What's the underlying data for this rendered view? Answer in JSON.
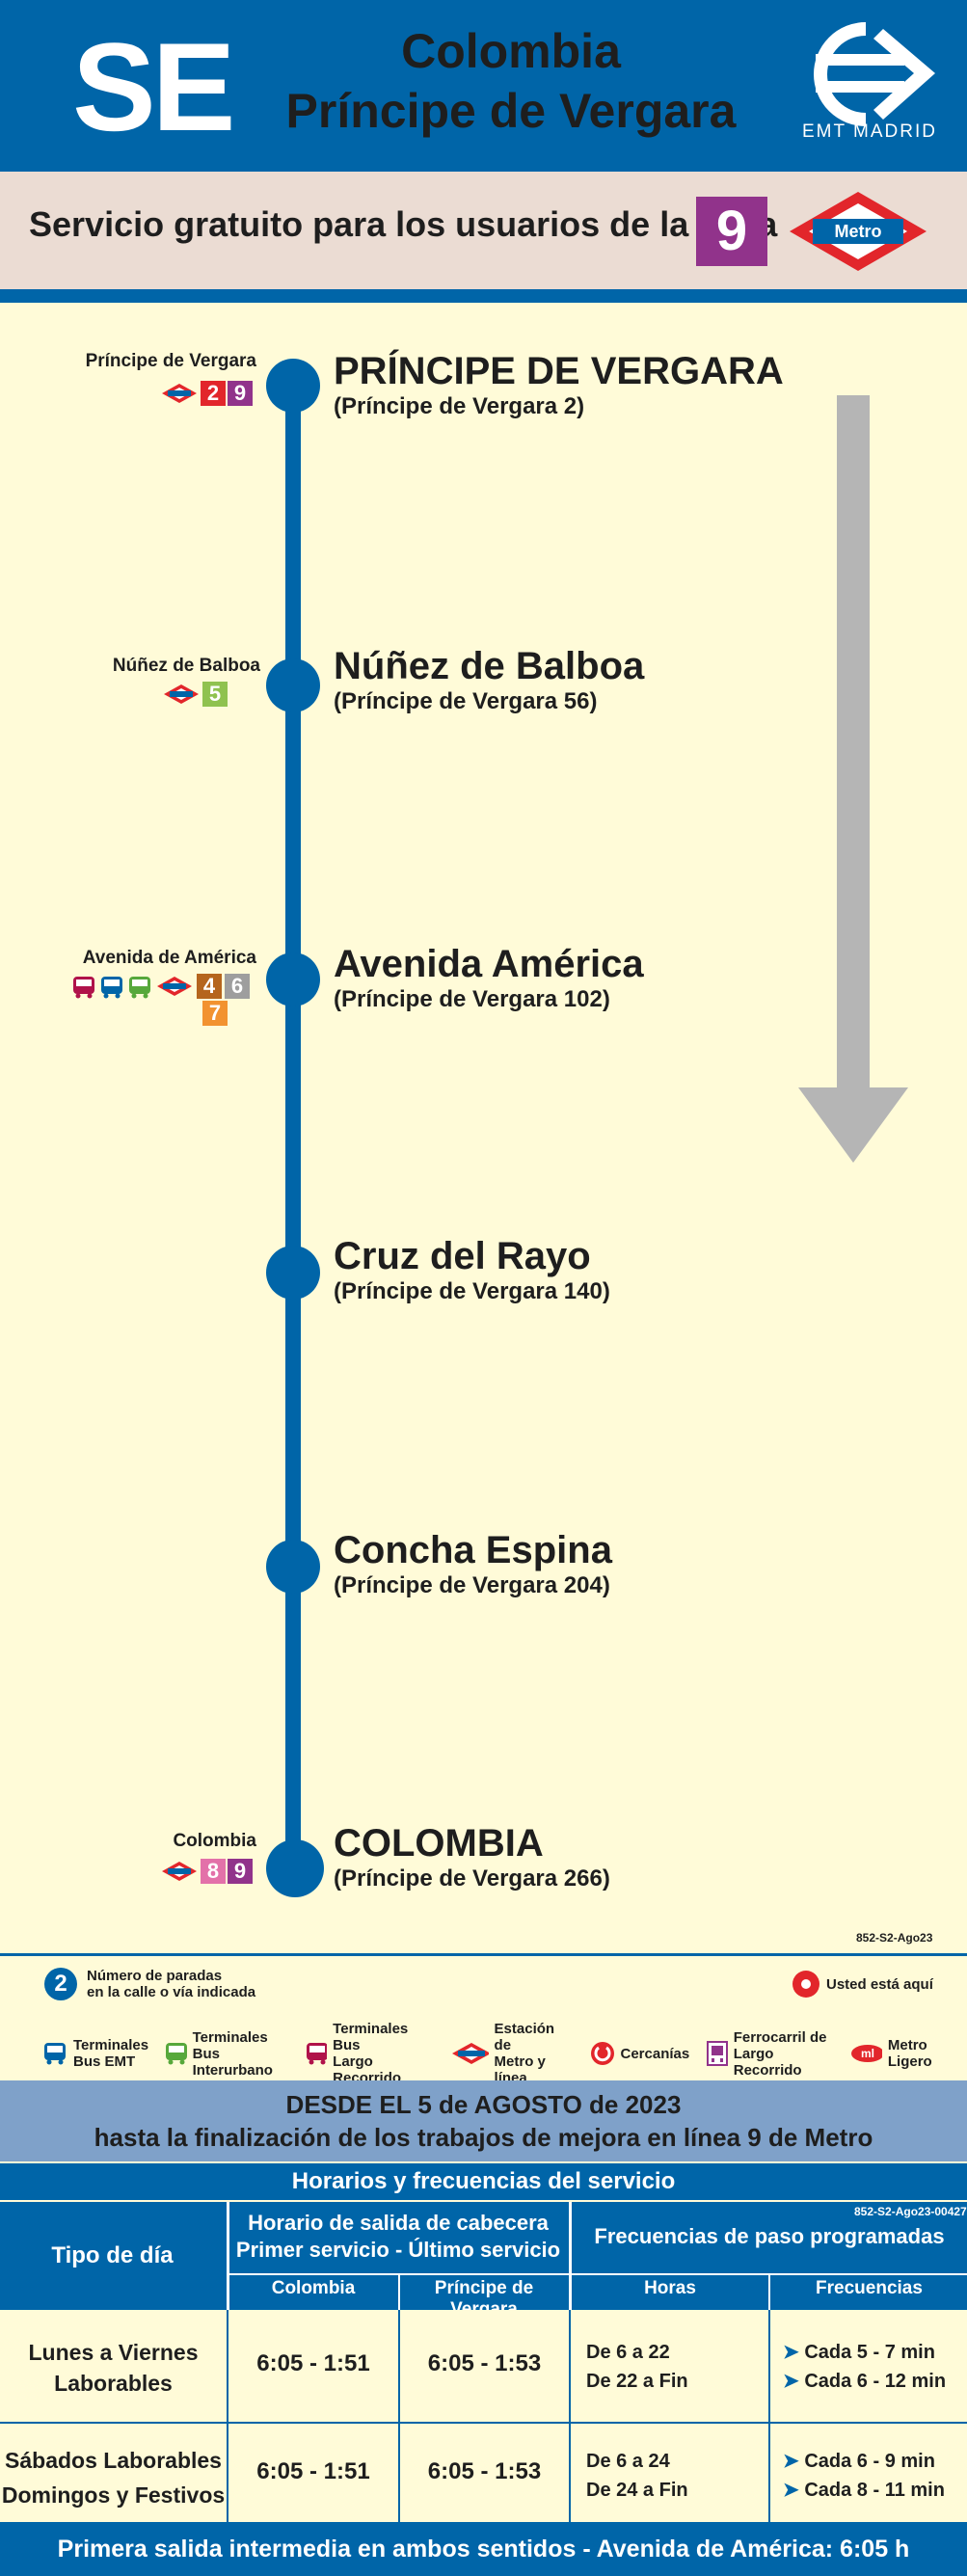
{
  "header": {
    "line_code": "SE",
    "destination_line1": "Colombia",
    "destination_line2": "Príncipe de Vergara",
    "operator": "EMT MADRID"
  },
  "banner": {
    "text": "Servicio gratuito para los usuarios de la línea",
    "line_number": "9",
    "metro_label": "Metro"
  },
  "stops": [
    {
      "name": "PRÍNCIPE DE VERGARA",
      "address": "(Príncipe de Vergara 2)",
      "connection_name": "Príncipe de Vergara",
      "lines": [
        "2",
        "9"
      ]
    },
    {
      "name": "Núñez de Balboa",
      "address": "(Príncipe de Vergara 56)",
      "connection_name": "Núñez de Balboa",
      "lines": [
        "5"
      ]
    },
    {
      "name": "Avenida América",
      "address": "(Príncipe de Vergara 102)",
      "connection_name": "Avenida de América",
      "lines": [
        "4",
        "6",
        "7"
      ]
    },
    {
      "name": "Cruz del Rayo",
      "address": "(Príncipe de Vergara 140)"
    },
    {
      "name": "Concha Espina",
      "address": "(Príncipe de Vergara 204)"
    },
    {
      "name": "COLOMBIA",
      "address": "(Príncipe de Vergara 266)",
      "connection_name": "Colombia",
      "lines": [
        "8",
        "9"
      ]
    }
  ],
  "line_colors": {
    "2": "#e2262b",
    "4": "#b5651d",
    "5": "#8fc24f",
    "6": "#9e9e9e",
    "7": "#f29230",
    "8": "#e371a9",
    "9": "#91338b"
  },
  "doc_code": "852-S2-Ago23",
  "legend": {
    "stops_number_badge": "2",
    "stops_number_text": [
      "Número de paradas",
      "en la calle o vía indicada"
    ],
    "you_are_here": "Usted está aquí",
    "items": [
      {
        "icon": "bus-emt-icon",
        "label": [
          "Terminales",
          "Bus EMT"
        ]
      },
      {
        "icon": "bus-interurban-icon",
        "label": [
          "Terminales Bus",
          "Interurbano"
        ]
      },
      {
        "icon": "bus-long-distance-icon",
        "label": [
          "Terminales Bus",
          "Largo Recorrido"
        ]
      },
      {
        "icon": "metro-station-icon",
        "label": [
          "Estación de",
          "Metro y línea"
        ]
      },
      {
        "icon": "cercanias-icon",
        "label": [
          "Cercanías"
        ]
      },
      {
        "icon": "train-long-distance-icon",
        "label": [
          "Ferrocarril de",
          "Largo Recorrido"
        ]
      },
      {
        "icon": "metro-ligero-icon",
        "label": [
          "Metro Ligero"
        ]
      }
    ]
  },
  "notice": {
    "line1": "DESDE EL 5 de AGOSTO de 2023",
    "line2": "hasta la finalización de los trabajos de mejora en línea 9 de Metro"
  },
  "schedule": {
    "title": "Horarios y frecuencias del servicio",
    "code": "852-S2-Ago23-00427",
    "col_day_type": "Tipo de día",
    "col_departures": [
      "Horario de salida de cabecera",
      "Primer servicio - Último servicio"
    ],
    "col_frequencies": "Frecuencias de paso programadas",
    "sub_cols": [
      "Colombia",
      "Príncipe de Vergara",
      "Horas",
      "Frecuencias"
    ],
    "rows": [
      {
        "day": [
          "Lunes a Viernes",
          "Laborables"
        ],
        "colombia": "6:05 - 1:51",
        "principe": "6:05 - 1:53",
        "hours": [
          "De 6 a 22",
          "De 22 a Fin"
        ],
        "freqs": [
          "Cada 5 - 7 min",
          "Cada 6 - 12 min"
        ]
      },
      {
        "day": [
          "Sábados Laborables",
          "Domingos y Festivos"
        ],
        "colombia": "6:05 - 1:51",
        "principe": "6:05 - 1:53",
        "hours": [
          "De 6 a 24",
          "De 24 a Fin"
        ],
        "freqs": [
          "Cada 6 - 9 min",
          "Cada 8 - 11 min"
        ]
      }
    ],
    "footer": "Primera salida intermedia en ambos sentidos - Avenida de América: 6:05 h"
  }
}
